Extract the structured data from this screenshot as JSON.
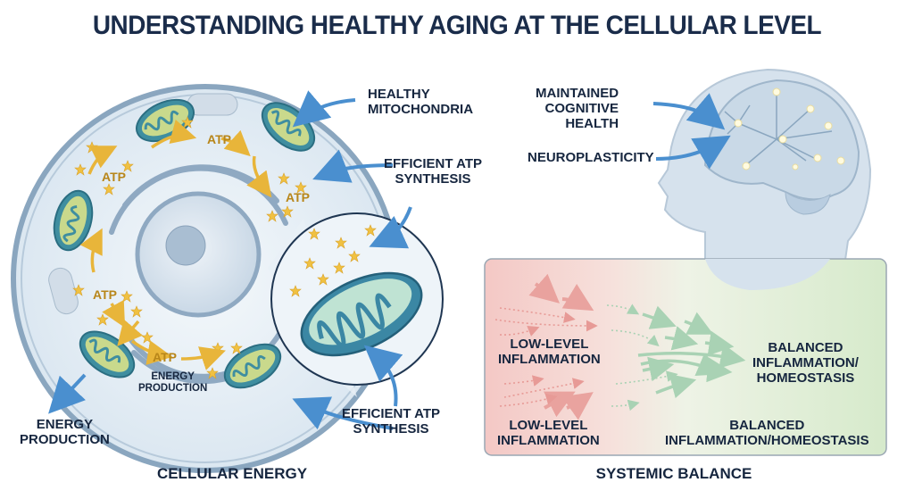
{
  "title": "UNDERSTANDING HEALTHY AGING AT THE CELLULAR LEVEL",
  "cellular_panel": {
    "section_label": "CELLULAR ENERGY",
    "callouts": {
      "healthy_mitochondria": "HEALTHY\nMITOCHONDRIA",
      "efficient_atp_top": "EFFICIENT ATP\nSYNTHESIS",
      "efficient_atp_bottom": "EFFICIENT ATP\nSYNTHESIS",
      "energy_production_outer": "ENERGY\nPRODUCTION",
      "energy_production_inner": "ENERGY\nPRODUCTION"
    },
    "atp_labels": [
      "ATP",
      "ATP",
      "ATP",
      "ATP",
      "ATP"
    ]
  },
  "brain_panel": {
    "callouts": {
      "cognitive": "MAINTAINED\nCOGNITIVE\nHEALTH",
      "neuroplasticity": "NEUROPLASTICITY"
    }
  },
  "balance_panel": {
    "section_label": "SYSTEMIC BALANCE",
    "left_label_top": "LOW-LEVEL\nINFLAMMATION",
    "left_label_bottom": "LOW-LEVEL\nINFLAMMATION",
    "right_label_top": "BALANCED\nINFLAMMATION/\nHOMEOSTASIS",
    "right_label_bottom": "BALANCED\nINFLAMMATION/HOMEOSTASIS"
  },
  "colors": {
    "title": "#1a2c4a",
    "callout_arrow": "#4a8fcf",
    "atp_gold": "#e8b53a",
    "mito_teal": "#3f8ea0",
    "inflammation_red": "#f3c7c4",
    "balance_green": "#d9ecd0",
    "cell_fill": "#e8f0f7",
    "cell_outline": "#8aa6bf"
  }
}
